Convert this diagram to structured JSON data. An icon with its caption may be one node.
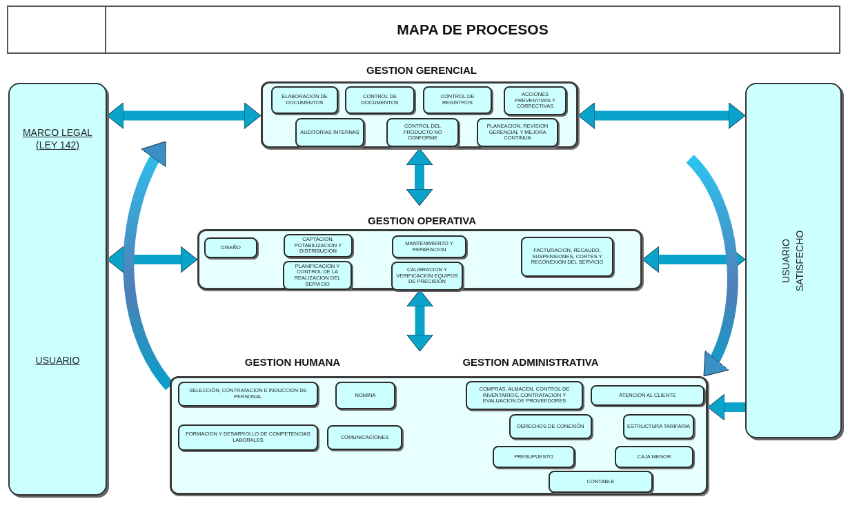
{
  "diagram": {
    "title": "MAPA DE PROCESOS",
    "nodes": [
      {
        "text": [
          "MARCO LEGAL (LEY 142)",
          "USUARIO"
        ]
      },
      {
        "text": [
          "GESTION GERENCIAL"
        ]
      },
      {
        "text": [
          "ELABORACION DE DOCUMENTOS"
        ],
        "in": 1
      },
      {
        "text": [
          "CONTROL DE DOCUMENTOS"
        ],
        "in": 1
      },
      {
        "text": [
          "CONTROL DE REGISTROS"
        ],
        "in": 1
      },
      {
        "text": [
          "ACCIONES PREVENTIVAS Y CORRECTIVAS"
        ],
        "in": 1
      },
      {
        "text": [
          "AUDITORIAS INTERNAS"
        ],
        "in": 1
      },
      {
        "text": [
          "CONTROL DEL PRODUCTO NO CONFORME"
        ],
        "in": 1
      },
      {
        "text": [
          "PLANEACION, REVISION GERENCIAL Y MEJORA CONTINUA"
        ],
        "in": 1
      },
      {
        "text": [
          "GESTION OPERATIVA"
        ]
      },
      {
        "text": [
          "DISEÑO"
        ],
        "in": 9
      },
      {
        "text": [
          "CAPTACION, POTABILIZACION Y DISTRIBUCION"
        ],
        "in": 9
      },
      {
        "text": [
          "PLANIFICACION Y CONTROL DE LA REALIZACION DEL SERVICIO"
        ],
        "in": 9
      },
      {
        "text": [
          "MANTENIMIENTO Y REPARACION"
        ],
        "in": 9
      },
      {
        "text": [
          "CALIBRACION Y VERIFICACION EQUIPOS DE PRECISION"
        ],
        "in": 9
      },
      {
        "text": [
          "FACTURACION, RECAUDO, SUSPENSIONES, CORTES Y RECONEXION DEL SERVICIO"
        ],
        "in": 9
      },
      {
        "text": [
          "GESTION HUMANA",
          "GESTION ADMINISTRATIVA"
        ]
      },
      {
        "text": [
          "SELECCIÓN, CONTRATACION E INDUCCION DE PERSONAL"
        ],
        "in": 16
      },
      {
        "text": [
          "NOMINA"
        ],
        "in": 16
      },
      {
        "text": [
          "FORMACION Y DESARROLLO DE COMPETENCIAS LABORALES"
        ],
        "in": 16
      },
      {
        "text": [
          "COMUNICACIONES"
        ],
        "in": 16
      },
      {
        "text": [
          "COMPRAS, ALMACEN, CONTROL DE INVENTARIOS, CONTRATACION Y EVALUACION DE PROVEEDORES"
        ],
        "in": 16
      },
      {
        "text": [
          "ATENCION AL CLIENTE"
        ],
        "in": 16
      },
      {
        "text": [
          "DERECHOS DE CONEXIÓN"
        ],
        "in": 16
      },
      {
        "text": [
          "ESTRUCTURA TARIFARIA"
        ],
        "in": 16
      },
      {
        "text": [
          "PRESUPUESTO"
        ],
        "in": 16
      },
      {
        "text": [
          "CAJA MENOR"
        ],
        "in": 16
      },
      {
        "text": [
          "CONTABLE"
        ],
        "in": 16
      },
      {
        "text": [
          "USUARIO SATISFECHO"
        ]
      }
    ],
    "edges": [
      {
        "from": 0,
        "to": 1,
        "arrow": "both"
      },
      {
        "from": 1,
        "to": 28,
        "arrow": "both"
      },
      {
        "from": 0,
        "to": 9,
        "arrow": "both"
      },
      {
        "from": 9,
        "to": 28,
        "arrow": "both"
      },
      {
        "from": 1,
        "to": 9,
        "arrow": "both"
      },
      {
        "from": 9,
        "to": 16,
        "arrow": "both"
      },
      {
        "from": 16,
        "to": null,
        "arrow": "to"
      },
      {
        "from": null,
        "to": 16,
        "arrow": "to"
      },
      {
        "from": 28,
        "to": 16,
        "arrow": "to"
      }
    ]
  }
}
